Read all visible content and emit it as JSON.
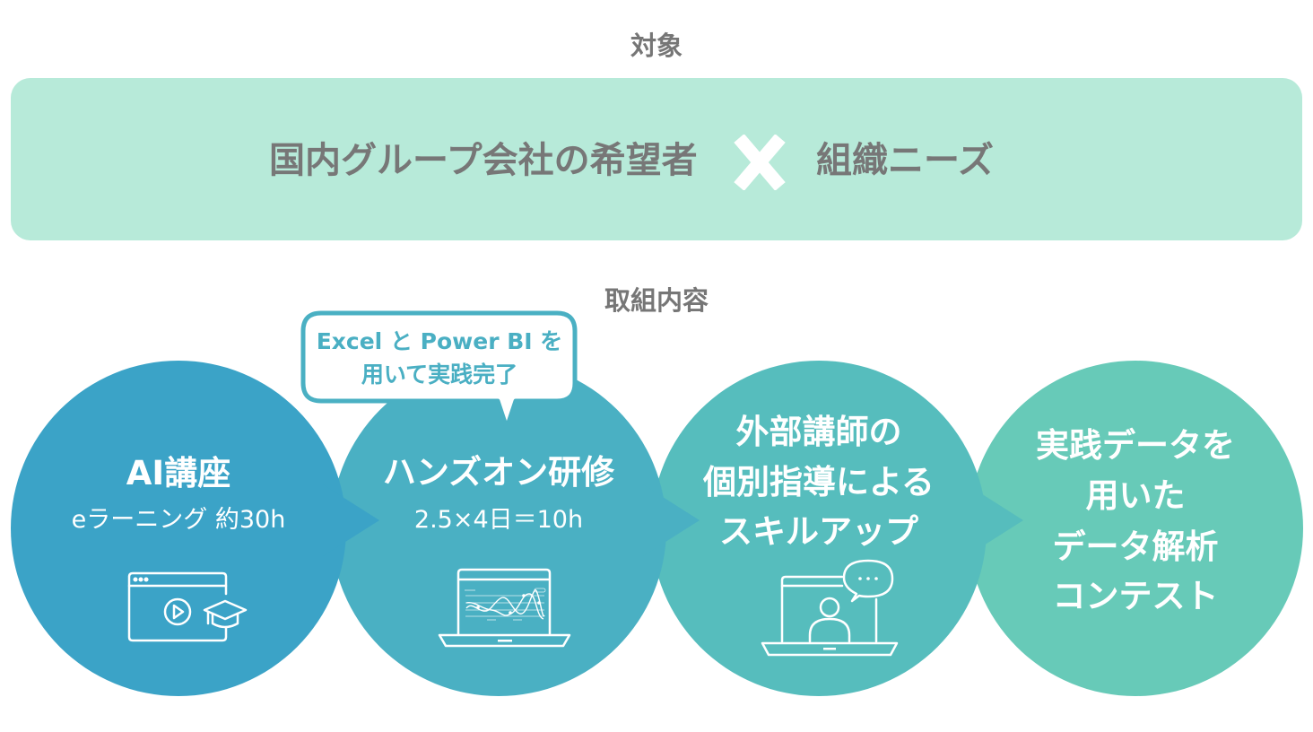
{
  "header": {
    "target_label": "対象",
    "activities_label": "取組内容"
  },
  "target_box": {
    "left_text": "国内グループ会社の希望者",
    "separator_icon": "cross-icon",
    "right_text": "組織ニーズ"
  },
  "steps": [
    {
      "title": "AI講座",
      "subtitle": "eラーニング 約30h",
      "icon": "elearning-video-graduation-icon",
      "color": "#3ba3c7"
    },
    {
      "title": "ハンズオン研修",
      "subtitle": "2.5×4日＝10h",
      "icon": "laptop-chart-icon",
      "color": "#4ab0c3",
      "callout": {
        "line1": "Excel と Power BI を",
        "line2": "用いて実践完了"
      }
    },
    {
      "title_lines": [
        "外部講師の",
        "個別指導による",
        "スキルアップ"
      ],
      "icon": "video-call-laptop-icon",
      "color": "#56bdbd"
    },
    {
      "title_lines": [
        "実践データを",
        "用いた",
        "データ解析",
        "コンテスト"
      ],
      "color": "#67cab8"
    }
  ],
  "colors": {
    "target_box_bg": "#b7ead9",
    "label_text": "#767676",
    "callout_border": "#4ab0c3",
    "callout_text": "#4aafc3"
  }
}
